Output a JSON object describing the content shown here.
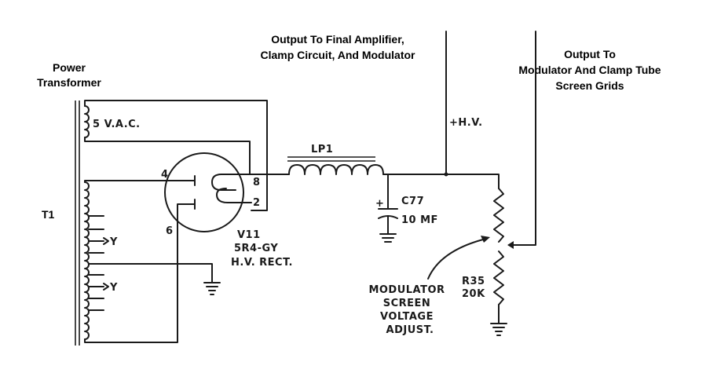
{
  "labels": {
    "power_transformer_line1": "Power",
    "power_transformer_line2": "Transformer",
    "output_final_line1": "Output To Final Amplifier,",
    "output_final_line2": "Clamp Circuit, And Modulator",
    "output_mod_line1": "Output To",
    "output_mod_line2": "Modulator And Clamp Tube",
    "output_mod_line3": "Screen Grids",
    "filament_voltage": "5 V.A.C.",
    "transformer_ref": "T1",
    "pin_4": "4",
    "pin_8": "8",
    "pin_2": "2",
    "pin_6": "6",
    "tap_y1": "Y",
    "tap_y2": "Y",
    "tube_ref": "V11",
    "tube_type": "5R4-GY",
    "tube_function": "H.V. RECT.",
    "inductor_ref": "LP1",
    "hv": "+H.V.",
    "cap_plus": "+",
    "cap_ref": "C77",
    "cap_value": "10 MF",
    "pot_ref": "R35",
    "pot_value": "20K",
    "adjust_line1": "MODULATOR",
    "adjust_line2": "SCREEN",
    "adjust_line3": "VOLTAGE",
    "adjust_line4": "ADJUST."
  },
  "colors": {
    "ink": "#1a1a1a",
    "paper": "#ffffff"
  }
}
